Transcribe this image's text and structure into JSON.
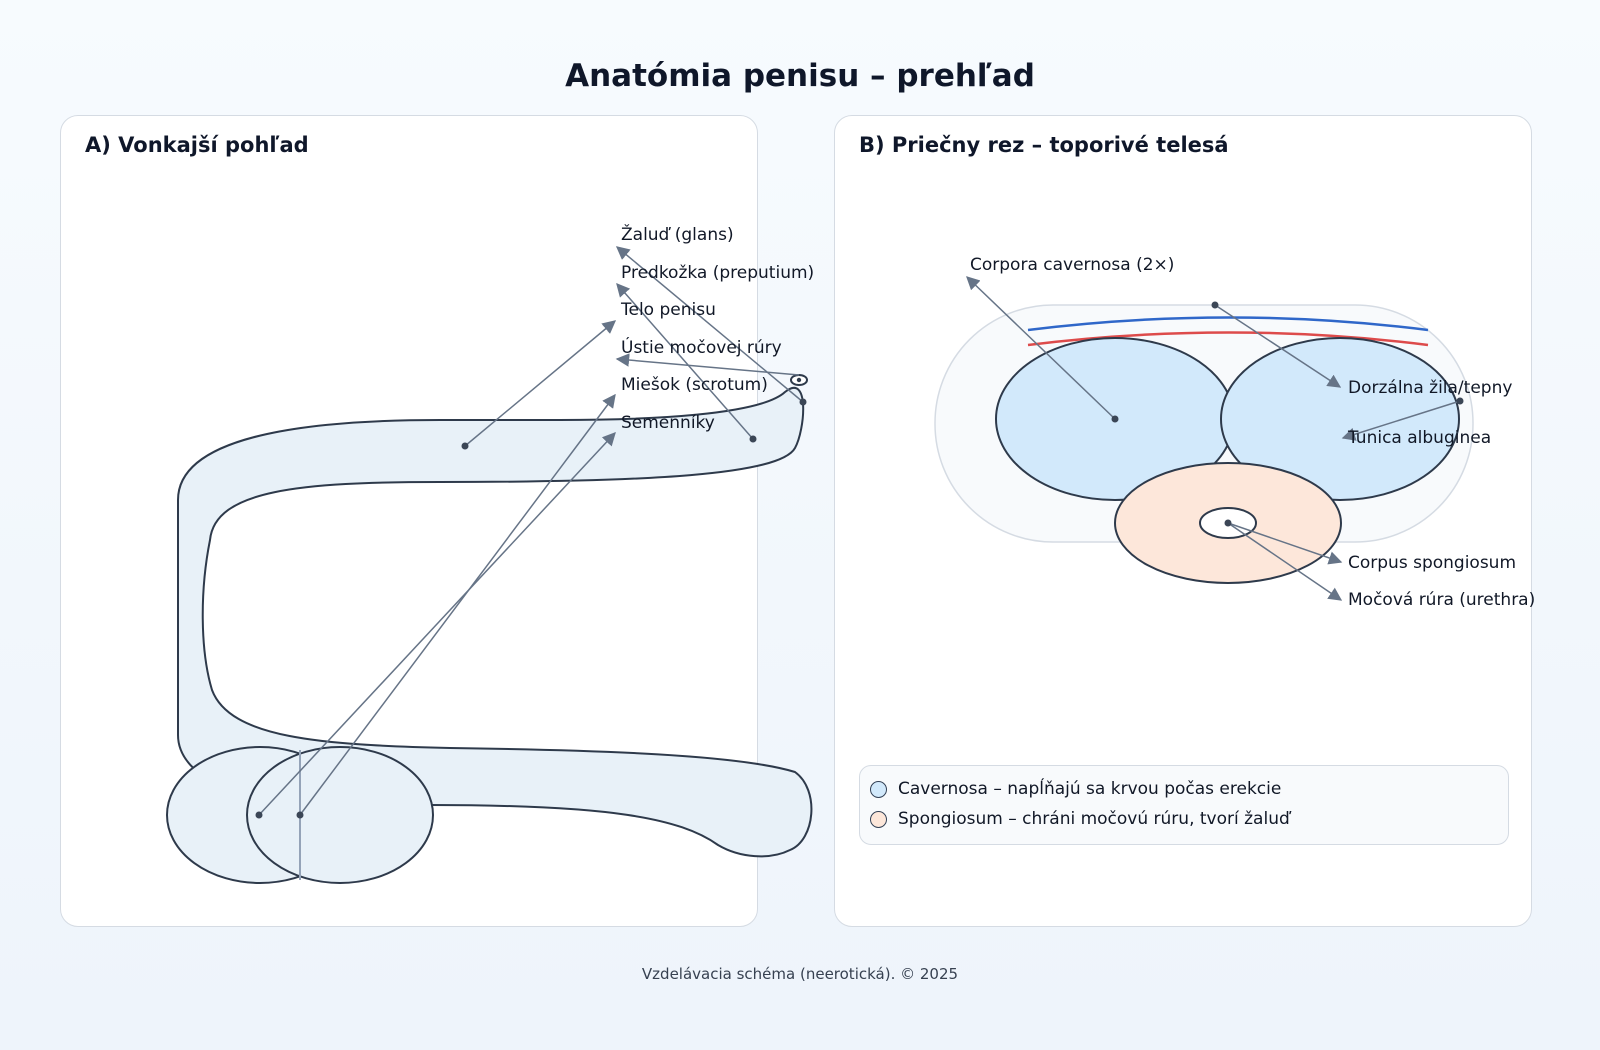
{
  "title": "Anatómia penisu – prehľad",
  "colors": {
    "shaft_fill": "#e8f1f8",
    "outline": "#2e3a4b",
    "leader": "#667487",
    "cavernosa": "#d2e9fb",
    "spongiosum": "#fde7da",
    "cross_section_bg": "#f8fafc",
    "vein": "#2f67c9",
    "artery": "#dd4b4b"
  },
  "panel_a": {
    "title": "A) Vonkajší pohľad",
    "labels": {
      "glans": "Žaluď (glans)",
      "foreskin": "Predkožka (preputium)",
      "shaft": "Telo penisu",
      "meatus": "Ústie močovej rúry",
      "scrotum": "Miešok (scrotum)",
      "testes": "Semenníky"
    }
  },
  "panel_b": {
    "title": "B) Priečny rez – toporivé telesá",
    "labels": {
      "cavernosa": "Corpora cavernosa (2×)",
      "dorsal": "Dorzálna žila/tepny",
      "tunica": "Tunica albuginea",
      "spongiosum": "Corpus spongiosum",
      "urethra": "Močová rúra (urethra)"
    },
    "legend": [
      {
        "text": "Cavernosa – napĺňajú sa krvou počas erekcie"
      },
      {
        "text": "Spongiosum – chráni močovú rúru, tvorí žaluď"
      }
    ]
  },
  "footer": "Vzdelávacia schéma (neerotická). © 2025"
}
